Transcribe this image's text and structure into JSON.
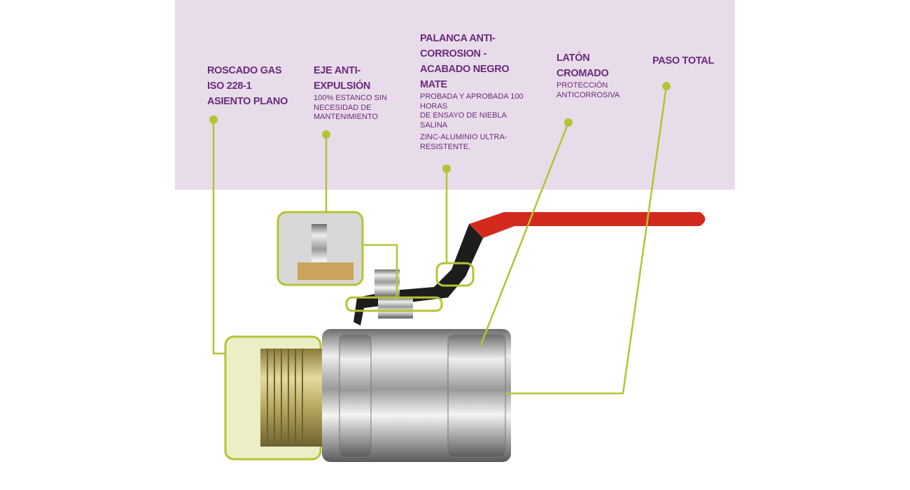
{
  "colors": {
    "panel": "#e8dcea",
    "text": "#6a2a7e",
    "accent": "#b5c334",
    "handle": "#d42a1e"
  },
  "labels": [
    {
      "title": [
        "ROSCADO GAS",
        "ISO 228-1",
        "ASIENTO PLANO"
      ],
      "desc": []
    },
    {
      "title": [
        "EJE ANTI-",
        "EXPULSIÓN"
      ],
      "desc": [
        "100%  ESTANCO SIN",
        "NECESIDAD DE",
        "MANTENIMIENTO"
      ]
    },
    {
      "title": [
        "PALANCA ANTI-",
        "CORROSION -",
        "ACABADO NEGRO",
        "MATE"
      ],
      "desc": [
        "PROBADA Y APROBADA 100",
        "HORAS",
        "DE ENSAYO DE NIEBLA",
        "SALINA",
        "ZINC-ALUMINIO ULTRA-",
        "RESISTENTE."
      ]
    },
    {
      "title": [
        "LATÓN",
        "CROMADO"
      ],
      "desc": [
        "PROTECCIÓN",
        "ANTICORROSIVA"
      ]
    },
    {
      "title": [
        "PASO TOTAL"
      ],
      "desc": []
    }
  ]
}
